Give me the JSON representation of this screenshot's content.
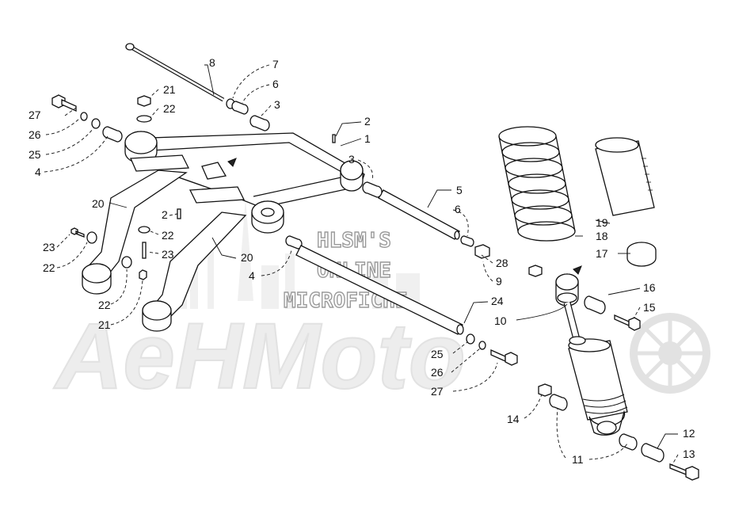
{
  "watermark": {
    "line1": "HLSM'S",
    "line2": "ONLINE",
    "line3": "MICROFICHE",
    "brand": "AeHMoto"
  },
  "callouts": [
    {
      "id": "c8",
      "text": "8"
    },
    {
      "id": "c7",
      "text": "7"
    },
    {
      "id": "c6a",
      "text": "6"
    },
    {
      "id": "c3a",
      "text": "3"
    },
    {
      "id": "c21a",
      "text": "21"
    },
    {
      "id": "c22a",
      "text": "22"
    },
    {
      "id": "c27a",
      "text": "27"
    },
    {
      "id": "c26a",
      "text": "26"
    },
    {
      "id": "c25a",
      "text": "25"
    },
    {
      "id": "c4a",
      "text": "4"
    },
    {
      "id": "c2a",
      "text": "2"
    },
    {
      "id": "c1",
      "text": "1"
    },
    {
      "id": "c3b",
      "text": "3"
    },
    {
      "id": "c20a",
      "text": "20"
    },
    {
      "id": "c2b",
      "text": "2"
    },
    {
      "id": "c22b",
      "text": "22"
    },
    {
      "id": "c23a",
      "text": "23"
    },
    {
      "id": "c23b",
      "text": "23"
    },
    {
      "id": "c22c",
      "text": "22"
    },
    {
      "id": "c20b",
      "text": "20"
    },
    {
      "id": "c4b",
      "text": "4"
    },
    {
      "id": "c5",
      "text": "5"
    },
    {
      "id": "c6b",
      "text": "6"
    },
    {
      "id": "c28",
      "text": "28"
    },
    {
      "id": "c9",
      "text": "9"
    },
    {
      "id": "c22d",
      "text": "22"
    },
    {
      "id": "c21b",
      "text": "21"
    },
    {
      "id": "c24",
      "text": "24"
    },
    {
      "id": "c10",
      "text": "10"
    },
    {
      "id": "c25b",
      "text": "25"
    },
    {
      "id": "c26b",
      "text": "26"
    },
    {
      "id": "c27b",
      "text": "27"
    },
    {
      "id": "c19",
      "text": "19"
    },
    {
      "id": "c18",
      "text": "18"
    },
    {
      "id": "c17",
      "text": "17"
    },
    {
      "id": "c16",
      "text": "16"
    },
    {
      "id": "c15",
      "text": "15"
    },
    {
      "id": "c14",
      "text": "14"
    },
    {
      "id": "c11",
      "text": "11"
    },
    {
      "id": "c12",
      "text": "12"
    },
    {
      "id": "c13",
      "text": "13"
    }
  ]
}
